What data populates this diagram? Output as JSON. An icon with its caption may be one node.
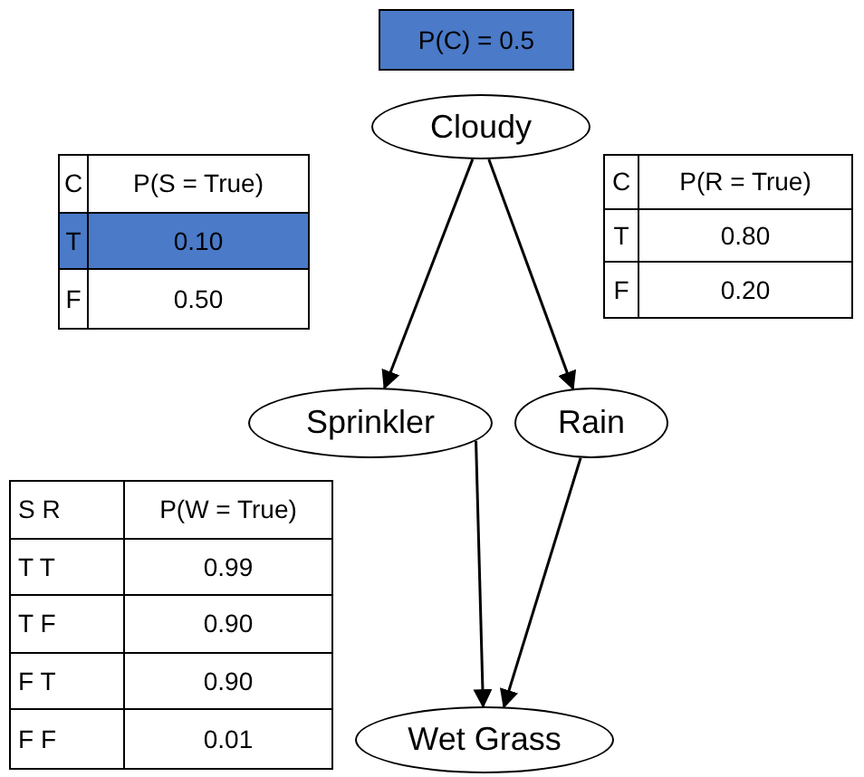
{
  "diagram": {
    "nodes": [
      {
        "text": [
          "P(C) = 0.5"
        ]
      },
      {
        "text": [
          "Cloudy"
        ]
      },
      {
        "text": [
          "Sprinkler"
        ]
      },
      {
        "text": [
          "Rain"
        ]
      },
      {
        "text": [
          "Wet Grass"
        ]
      }
    ],
    "edges": [
      {
        "from": 1,
        "to": 2,
        "arrow": "to"
      },
      {
        "from": 1,
        "to": 3,
        "arrow": "to"
      },
      {
        "from": 2,
        "to": 4,
        "arrow": "to"
      },
      {
        "from": 3,
        "to": 4,
        "arrow": "to"
      }
    ],
    "labels": [
      "C",
      "P(S = True)",
      "T",
      "0.10",
      "F",
      "0.50",
      "C",
      "P(R = True)",
      "T",
      "0.80",
      "F",
      "0.20",
      "S R",
      "P(W = True)",
      "T T",
      "0.99",
      "T F",
      "0.90",
      "F T",
      "0.90",
      "F F",
      "0.01"
    ]
  }
}
